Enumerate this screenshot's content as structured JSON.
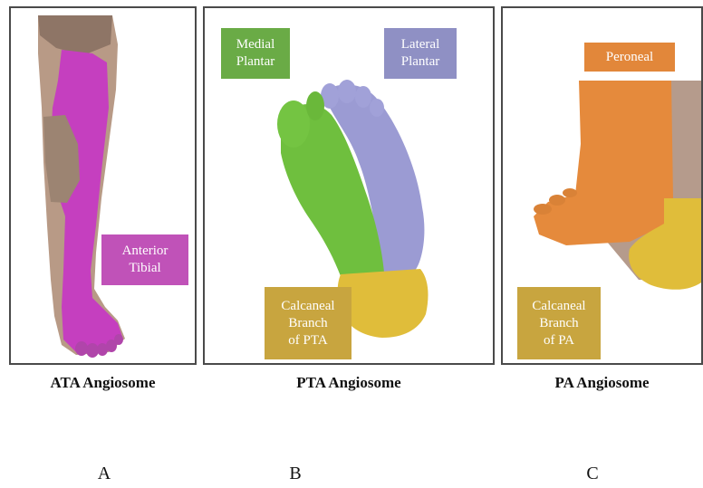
{
  "panels": [
    {
      "id": "A",
      "caption": "ATA Angiosome",
      "letter": "A",
      "labels": [
        {
          "text": "Anterior\nTibial",
          "color": "#c052b8"
        }
      ]
    },
    {
      "id": "B",
      "caption": "PTA Angiosome",
      "letter": "B",
      "labels": [
        {
          "text": "Medial\nPlantar",
          "color": "#6aab46"
        },
        {
          "text": "Lateral\nPlantar",
          "color": "#8f90c4"
        },
        {
          "text": "Calcaneal\nBranch\nof PTA",
          "color": "#c8a53f"
        }
      ]
    },
    {
      "id": "C",
      "caption": "PA Angiosome",
      "letter": "C",
      "labels": [
        {
          "text": "Peroneal",
          "color": "#e2873a"
        },
        {
          "text": "Calcaneal\nBranch\nof PA",
          "color": "#c8a53f"
        }
      ]
    }
  ],
  "colors": {
    "skin": "#b89a86",
    "magenta": "#c53fbf",
    "green": "#6fbf3e",
    "lavender": "#9b9bd3",
    "yellow": "#e0bd3a",
    "orange": "#e58a3c",
    "frame": "#4a4a4a"
  }
}
